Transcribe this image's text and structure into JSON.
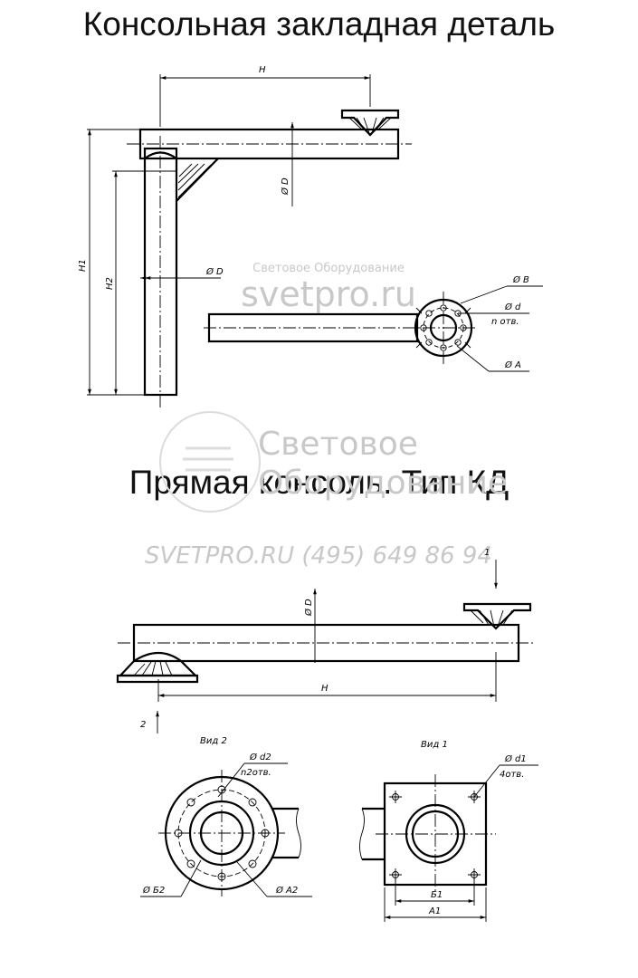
{
  "titles": {
    "embedded": "Консольная закладная деталь",
    "straight": "Прямая консоль. Тип КД"
  },
  "watermark": {
    "line1": "Световое Оборудование",
    "line2": "svetpro.ru",
    "big1": "Световое",
    "big2": "Оборудование",
    "contact": "SVETPRO.RU   (495) 649 86 94"
  },
  "labels": {
    "H": "H",
    "H1": "H1",
    "H2": "H2",
    "D": "Ø D",
    "B": "Ø B",
    "d": "Ø d",
    "n_holes": "n отв.",
    "A": "Ø A",
    "view2": "Вид 2",
    "view1": "Вид 1",
    "d2": "Ø d2",
    "n2_holes": "n2отв.",
    "d1": "Ø d1",
    "four_holes": "4отв.",
    "B2": "Ø Б2",
    "A2": "Ø A2",
    "B1": "Б1",
    "A1": "A1",
    "arrow1": "1",
    "arrow2": "2"
  },
  "colors": {
    "line": "#000000",
    "watermark": "#c8c8c8"
  }
}
